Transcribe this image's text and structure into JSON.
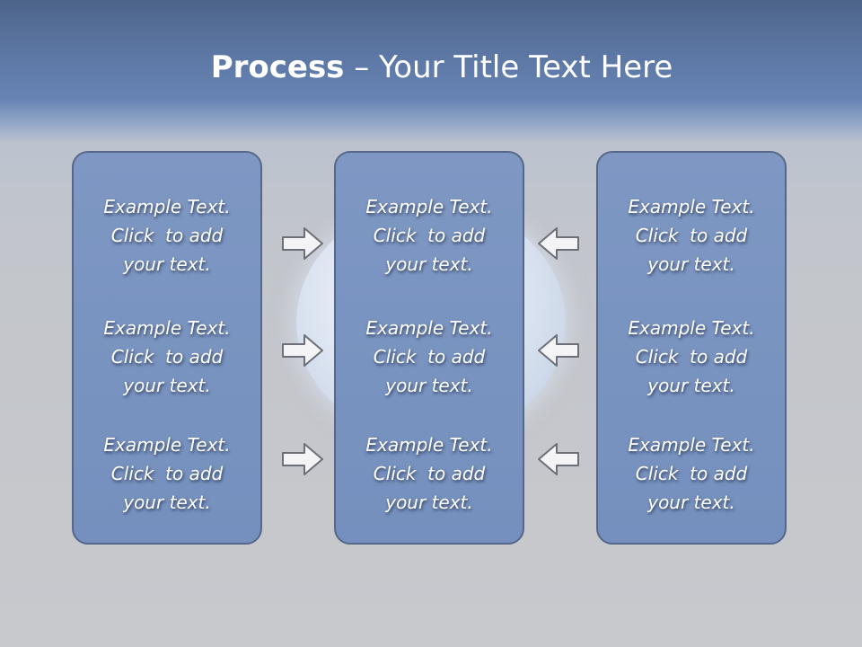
{
  "slide": {
    "title_bold": "Process",
    "title_rest": " – Your Title Text Here"
  },
  "panels": [
    {
      "name": "left",
      "blocks": [
        {
          "lines": [
            "Example Text.",
            "Click  to add",
            "your text."
          ]
        },
        {
          "lines": [
            "Example Text.",
            "Click  to add",
            "your text."
          ]
        },
        {
          "lines": [
            "Example Text.",
            "Click  to add",
            "your text."
          ]
        }
      ]
    },
    {
      "name": "center",
      "blocks": [
        {
          "lines": [
            "Example Text.",
            "Click  to add",
            "your text."
          ]
        },
        {
          "lines": [
            "Example Text.",
            "Click  to add",
            "your text."
          ]
        },
        {
          "lines": [
            "Example Text.",
            "Click  to add",
            "your text."
          ]
        }
      ]
    },
    {
      "name": "right",
      "blocks": [
        {
          "lines": [
            "Example Text.",
            "Click  to add",
            "your text."
          ]
        },
        {
          "lines": [
            "Example Text.",
            "Click  to add",
            "your text."
          ]
        },
        {
          "lines": [
            "Example Text.",
            "Click  to add",
            "your text."
          ]
        }
      ]
    }
  ],
  "arrows": {
    "left_group_direction": "right",
    "right_group_direction": "left",
    "icon": "outline-arrow-icon"
  },
  "colors": {
    "panel_fill": "#7e97c3",
    "panel_border": "#56688a",
    "arrow_fill": "#f4f4f6",
    "arrow_stroke": "#6c6f78"
  }
}
